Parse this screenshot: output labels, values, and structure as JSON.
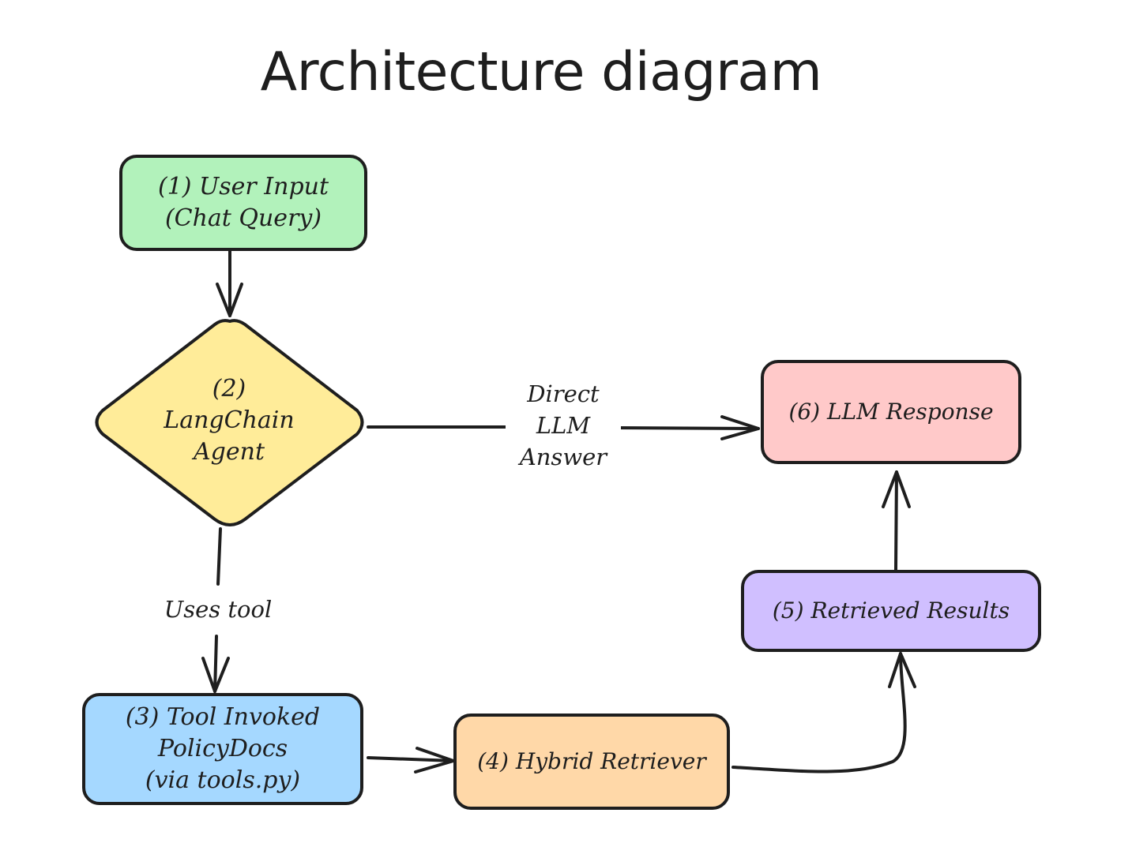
{
  "title": "Architecture diagram",
  "nodes": {
    "user_input": {
      "label": "(1) User Input\n(Chat Query)",
      "color": "#b2f2bb"
    },
    "agent": {
      "label": "(2)\nLangChain\nAgent",
      "color": "#ffec99"
    },
    "tool": {
      "label": "(3) Tool Invoked\nPolicyDocs\n(via tools.py)",
      "color": "#a5d8ff"
    },
    "retriever": {
      "label": "(4) Hybrid Retriever",
      "color": "#ffd8a8"
    },
    "results": {
      "label": "(5) Retrieved Results",
      "color": "#d0bfff"
    },
    "response": {
      "label": "(6) LLM Response",
      "color": "#ffc9c9"
    }
  },
  "edges": {
    "direct": {
      "label": "Direct\nLLM\nAnswer"
    },
    "uses_tool": {
      "label": "Uses tool"
    }
  }
}
